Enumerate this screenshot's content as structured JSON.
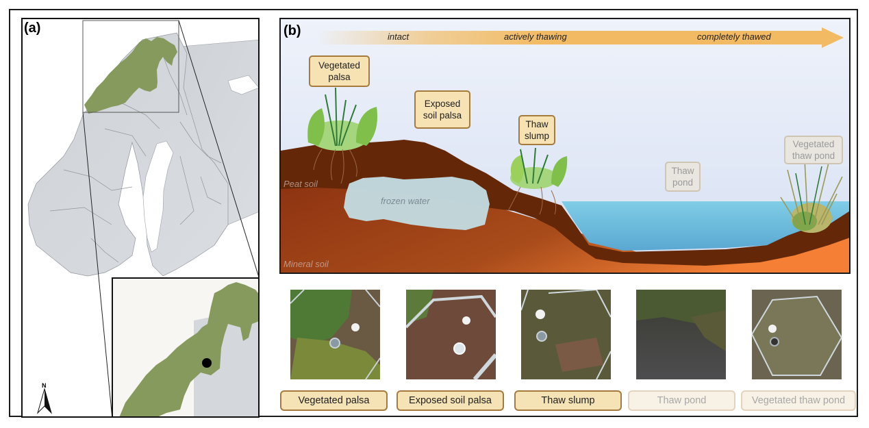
{
  "figure": {
    "panel_a": {
      "label": "(a)",
      "north_arrow_label": "N",
      "colors": {
        "highlight_region": "#879a5d",
        "land": "#d4d8dd",
        "sea": "#ffffff",
        "site_marker": "#000000"
      }
    },
    "panel_b": {
      "label": "(b)",
      "progression": {
        "stages": [
          "intact",
          "actively thawing",
          "completely thawed"
        ],
        "color": "#f2bb63"
      },
      "landscape_tags": [
        {
          "text_lines": [
            "Vegetated",
            "palsa"
          ],
          "faded": false
        },
        {
          "text_lines": [
            "Exposed",
            "soil palsa"
          ],
          "faded": false
        },
        {
          "text_lines": [
            "Thaw",
            "slump"
          ],
          "faded": false
        },
        {
          "text_lines": [
            "Thaw",
            "pond"
          ],
          "faded": true
        },
        {
          "text_lines": [
            "Vegetated",
            "thaw pond"
          ],
          "faded": true
        }
      ],
      "soil_labels": {
        "peat": "Peat soil",
        "mineral": "Mineral soil",
        "frozen": "frozen water"
      },
      "colors": {
        "peat": "#642708",
        "mineral": "#a4461a",
        "water": "#6fc1df",
        "ice": "#c3dde4",
        "tag_fill": "#f6e2b3",
        "tag_border": "#a57a3d"
      }
    },
    "photo_buttons": [
      {
        "label": "Vegetated palsa",
        "photo": "vegetated-palsa-photo",
        "faded": false
      },
      {
        "label": "Exposed soil palsa",
        "photo": "exposed-soil-palsa-photo",
        "faded": false
      },
      {
        "label": "Thaw slump",
        "photo": "thaw-slump-photo",
        "faded": false
      },
      {
        "label": "Thaw pond",
        "photo": "thaw-pond-photo",
        "faded": true
      },
      {
        "label": "Vegetated thaw pond",
        "photo": "vegetated-thaw-pond-photo",
        "faded": true
      }
    ]
  }
}
